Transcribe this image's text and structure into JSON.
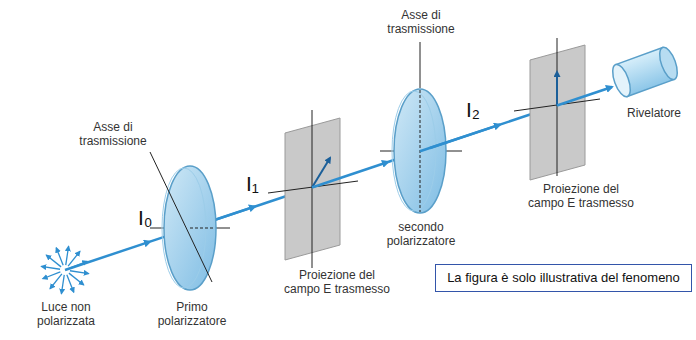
{
  "diagram": {
    "nodes": [
      {
        "text": [
          "La figura è solo illustrativa del fenomeno"
        ]
      }
    ],
    "labels": [
      "Asse di trasmissione",
      "I₀",
      "Luce non polarizzata",
      "Primo polarizzatore",
      "I₁",
      "Proiezione del campo E trasmesso",
      "Asse di trasmissione",
      "secondo polarizzatore",
      "I₂",
      "Proiezione del campo E trasmesso",
      "Rivelatore"
    ]
  }
}
